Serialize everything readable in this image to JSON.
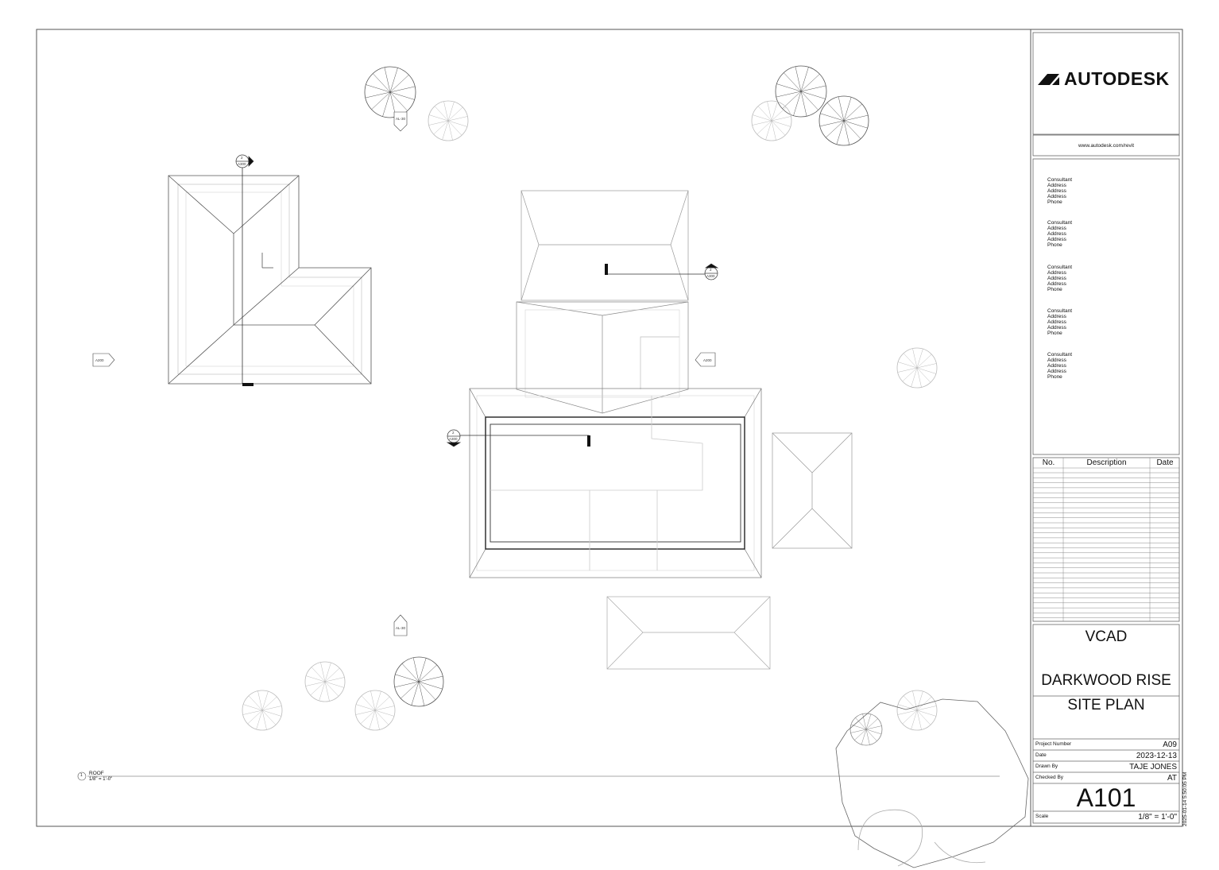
{
  "brand": {
    "logo_text": "AUTODESK",
    "url": "www.autodesk.com/revit"
  },
  "consultants": [
    {
      "name": "Consultant",
      "lines": [
        "Address",
        "Address",
        "Address",
        "Phone"
      ]
    },
    {
      "name": "Consultant",
      "lines": [
        "Address",
        "Address",
        "Address",
        "Phone"
      ]
    },
    {
      "name": "Consultant",
      "lines": [
        "Address",
        "Address",
        "Address",
        "Phone"
      ]
    },
    {
      "name": "Consultant",
      "lines": [
        "Address",
        "Address",
        "Address",
        "Phone"
      ]
    },
    {
      "name": "Consultant",
      "lines": [
        "Address",
        "Address",
        "Address",
        "Phone"
      ]
    }
  ],
  "revisions": {
    "col_no": "No.",
    "col_description": "Description",
    "col_date": "Date"
  },
  "project": {
    "company": "VCAD",
    "name": "DARKWOOD RISE",
    "sheet_title": "SITE PLAN",
    "project_number_label": "Project Number",
    "project_number": "A09",
    "date_label": "Date",
    "date": "2023-12-13",
    "drawn_by_label": "Drawn By",
    "drawn_by": "TAJE JONES",
    "checked_by_label": "Checked By",
    "checked_by": "AT",
    "sheet_number": "A101",
    "scale_label": "Scale",
    "scale": "1/8\" = 1'-0\""
  },
  "print_timestamp": "2025-01-14 5:50:05 PM",
  "view": {
    "number": "1",
    "name": "ROOF",
    "scale": "1/8\" = 1'-0\""
  },
  "tags": {
    "elev_top": "AL-30",
    "elev_bottom": "AL-30",
    "section_top_num": "2",
    "section_top_sheet": "A300",
    "section_right_num": "2",
    "section_right_sheet": "A300",
    "section_left_num": "2",
    "section_left_sheet": "A300",
    "west_tag": "A200",
    "east_tag": "A200"
  }
}
